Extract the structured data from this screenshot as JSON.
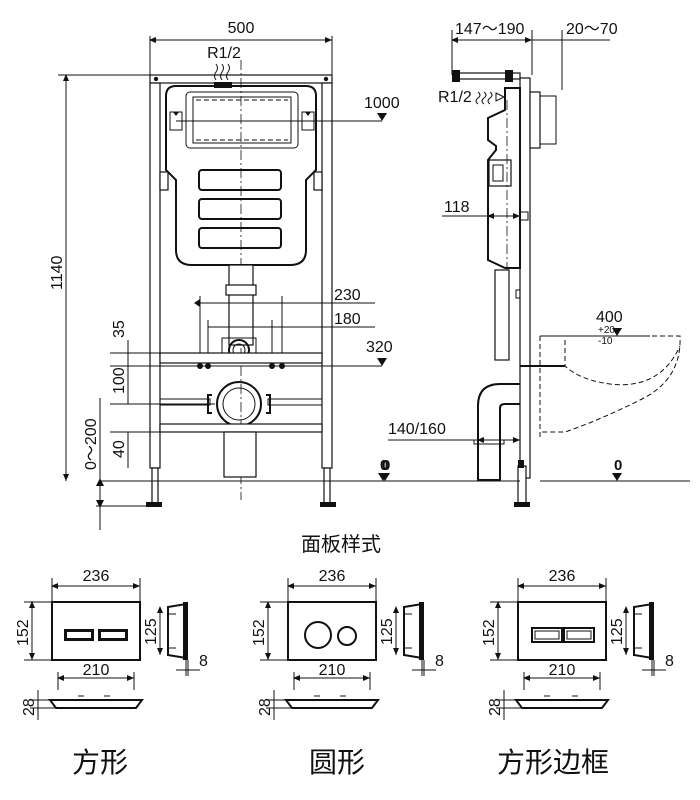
{
  "front_view": {
    "width": "500",
    "height": "1140",
    "water_inlet": "R1/2",
    "inlet_height": "1000",
    "bolt_spacing_outer": "230",
    "bolt_spacing_inner": "180",
    "bolt_height": "320",
    "dim_35": "35",
    "dim_100": "100",
    "dim_40": "40",
    "floor_adjust": "0～200",
    "floor_level": "0"
  },
  "side_view": {
    "depth_range": "147～190",
    "wall_range": "20～70",
    "water_inlet": "R1/2",
    "dim_118": "118",
    "drain_dia": "140/160",
    "floor_level": "0",
    "pan_height": "400",
    "pan_tol_plus": "+20",
    "pan_tol_minus": "-10",
    "floor_level_right": "0"
  },
  "panel_section_title": "面板样式",
  "panels": [
    {
      "name": "方形",
      "width": "236",
      "height": "152",
      "side_height": "125",
      "thickness": "8",
      "bottom_width": "210",
      "depth": "28"
    },
    {
      "name": "圆形",
      "width": "236",
      "height": "152",
      "side_height": "125",
      "thickness": "8",
      "bottom_width": "210",
      "depth": "28"
    },
    {
      "name": "方形边框",
      "width": "236",
      "height": "152",
      "side_height": "125",
      "thickness": "8",
      "bottom_width": "210",
      "depth": "28"
    }
  ]
}
